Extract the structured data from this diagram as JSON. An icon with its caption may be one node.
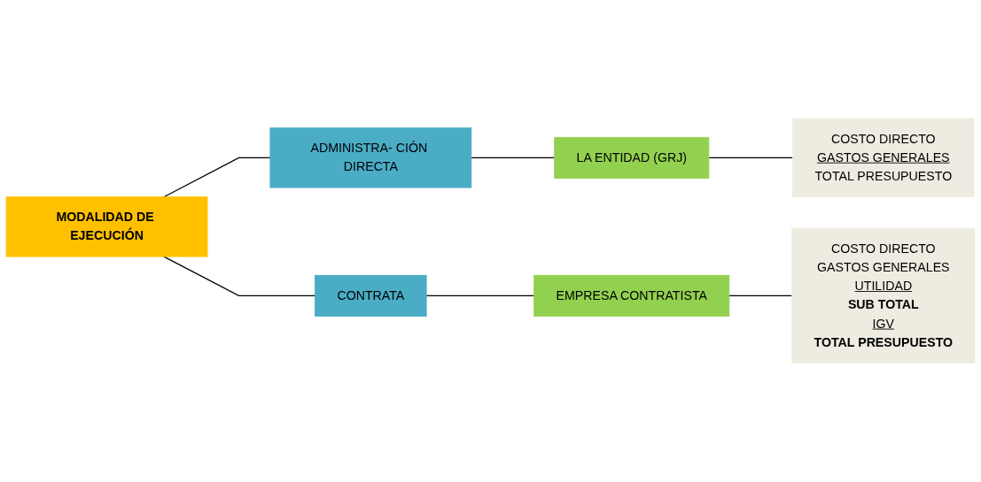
{
  "diagram": {
    "nodes": [
      {
        "text": [
          "MODALIDAD DE EJECUCIÓN"
        ]
      },
      {
        "text": [
          "ADMINISTRA- CIÓN DIRECTA"
        ]
      },
      {
        "text": [
          "LA ENTIDAD (GRJ)"
        ]
      },
      {
        "text": [
          "COSTO DIRECTO",
          "GASTOS GENERALES",
          "TOTAL PRESUPUESTO"
        ]
      },
      {
        "text": [
          "CONTRATA"
        ]
      },
      {
        "text": [
          "EMPRESA CONTRATISTA"
        ]
      },
      {
        "text": [
          "COSTO DIRECTO",
          "GASTOS GENERALES",
          "UTILIDAD",
          "SUB TOTAL",
          "IGV",
          "TOTAL PRESUPUESTO"
        ]
      }
    ],
    "edges": [
      {
        "from": 0,
        "to": 1,
        "arrow": "none"
      },
      {
        "from": 0,
        "to": 4,
        "arrow": "none"
      },
      {
        "from": 1,
        "to": 2,
        "arrow": "none"
      },
      {
        "from": 2,
        "to": 3,
        "arrow": "none"
      },
      {
        "from": 4,
        "to": 5,
        "arrow": "none"
      },
      {
        "from": 5,
        "to": 6,
        "arrow": "none"
      }
    ]
  }
}
